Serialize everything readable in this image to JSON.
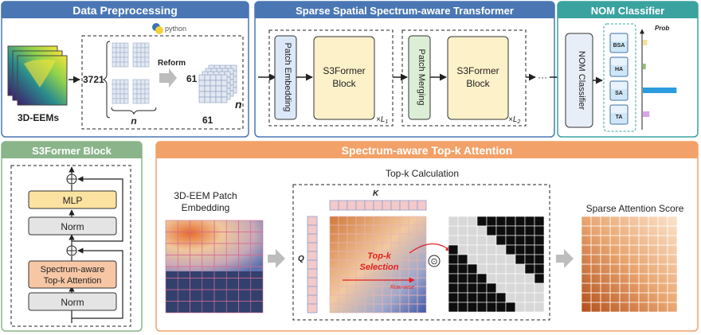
{
  "panels": {
    "preprocessing": {
      "title": "Data Preprocessing",
      "python_label": "python",
      "input_label": "3D-EEMs",
      "dim_rows": "3721",
      "dim_n": "n",
      "reform_label": "Reform",
      "dim_61_a": "61",
      "dim_61_b": "61",
      "dim_n2": "n"
    },
    "transformer": {
      "title": "Sparse Spatial Spectrum-aware Transformer",
      "patch_embedding": "Patch Embedding",
      "block1": "S3Former Block",
      "repeat1": "×L",
      "repeat1_sub": "1",
      "patch_merging": "Patch Merging",
      "block2": "S3Former Block",
      "repeat2": "×L",
      "repeat2_sub": "2",
      "ellipsis": "···"
    },
    "nom": {
      "title": "NOM Classifier",
      "classifier_label": "NOM Classifier",
      "prob_label": "Prob",
      "classes": [
        "BSA",
        "HA",
        "SA",
        "TA"
      ]
    },
    "s3former_block": {
      "title": "S3Former Block",
      "mlp": "MLP",
      "norm1": "Norm",
      "attention_line1": "Spectrum-aware",
      "attention_line2": "Top-k Attention",
      "norm2": "Norm"
    },
    "attention": {
      "title": "Spectrum-aware Top-k Attention",
      "topk_calc": "Top-k Calculation",
      "patch_line1": "3D-EEM Patch",
      "patch_line2": "Embedding",
      "k_label": "K",
      "q_label": "Q",
      "selection_line1": "Top-k",
      "selection_line2": "Selection",
      "rowwise": "Row-wise",
      "operator": "⊙",
      "sparse_score": "Sparse Attention Score"
    }
  },
  "nom_probabilities": [
    0.12,
    0.08,
    0.92,
    0.18
  ],
  "colors": {
    "header_blue": "#4a77b4",
    "header_teal": "#3aa3a0",
    "header_green": "#8ab48a",
    "header_orange": "#f2a268",
    "patch_embed_fill": "#dbe8f7",
    "block_fill": "#fdf1c9",
    "merge_fill": "#dcefd6",
    "attn_fill": "#f7c7a5",
    "norm_fill": "#e4e4e4",
    "mlp_fill": "#fbe2a0"
  }
}
